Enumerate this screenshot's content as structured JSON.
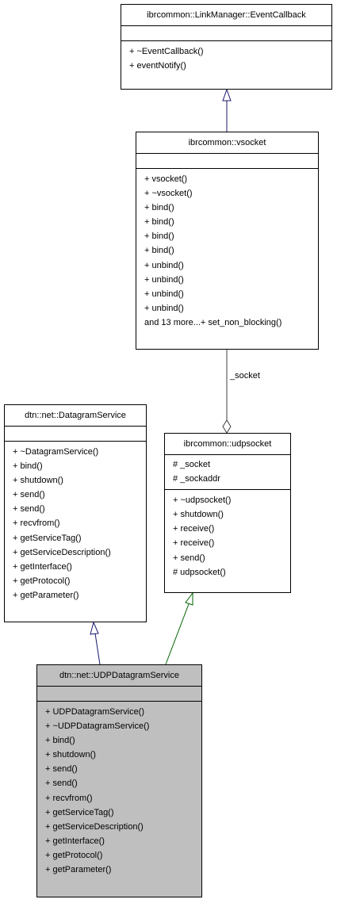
{
  "classes": {
    "event_callback": {
      "name": "ibrcommon::LinkManager::EventCallback",
      "attributes": [],
      "operations": [
        "+ ~EventCallback()",
        "+ eventNotify()"
      ]
    },
    "vsocket": {
      "name": "ibrcommon::vsocket",
      "attributes": [],
      "operations": [
        "+ vsocket()",
        "+ ~vsocket()",
        "+ bind()",
        "+ bind()",
        "+ bind()",
        "+ bind()",
        "+ unbind()",
        "+ unbind()",
        "+ unbind()",
        "+ unbind()",
        "and 13 more...+ set_non_blocking()"
      ]
    },
    "datagram_service": {
      "name": "dtn::net::DatagramService",
      "attributes": [],
      "operations": [
        "+ ~DatagramService()",
        "+ bind()",
        "+ shutdown()",
        "+ send()",
        "+ send()",
        "+ recvfrom()",
        "+ getServiceTag()",
        "+ getServiceDescription()",
        "+ getInterface()",
        "+ getProtocol()",
        "+ getParameter()"
      ]
    },
    "udpsocket": {
      "name": "ibrcommon::udpsocket",
      "attributes": [
        "# _socket",
        "# _sockaddr"
      ],
      "operations": [
        "+ ~udpsocket()",
        "+ shutdown()",
        "+ receive()",
        "+ receive()",
        "+ send()",
        "# udpsocket()"
      ]
    },
    "udp_datagram_service": {
      "name": "dtn::net::UDPDatagramService",
      "attributes": [],
      "operations": [
        "+ UDPDatagramService()",
        "+ ~UDPDatagramService()",
        "+ bind()",
        "+ shutdown()",
        "+ send()",
        "+ send()",
        "+ recvfrom()",
        "+ getServiceTag()",
        "+ getServiceDescription()",
        "+ getInterface()",
        "+ getProtocol()",
        "+ getParameter()"
      ]
    }
  },
  "edges": {
    "socket_label": "_socket"
  },
  "colors": {
    "inherit_public": "#191970",
    "inherit_protected": "#006400",
    "usage": "#404040",
    "highlight_fill": "#bfbfbf"
  }
}
